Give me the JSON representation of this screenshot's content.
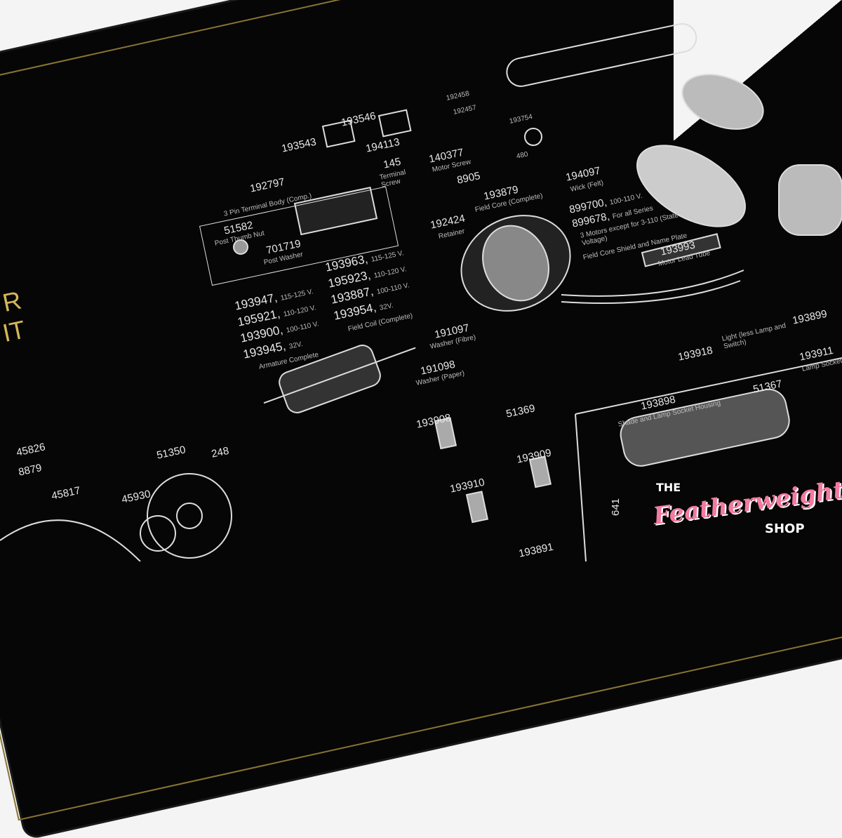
{
  "title_fragments": [
    "R",
    "IT"
  ],
  "labels": {
    "p193543": "193543",
    "p193546": "193546",
    "p194113": "194113",
    "p192458": "192458",
    "p192457": "192457",
    "p193754": "193754",
    "p480": "480",
    "p140377": "140377",
    "p140377_name": "Motor Screw",
    "p8905": "8905",
    "p145": "145",
    "p145_name": "Terminal Screw",
    "p192797": "192797",
    "p192797_name": "3 Pin Terminal Body (Comp.)",
    "p51582": "51582",
    "p51582_name": "Post Thumb Nut",
    "p701719": "701719",
    "p701719_name": "Post Washer",
    "p193879": "193879",
    "p193879_name": "Field Core (Complete)",
    "p192424": "192424",
    "p192424_name": "Retainer",
    "p194097": "194097",
    "p194097_name": "Wick (Felt)",
    "p899700": "899700,",
    "p899700_sub": "100-110 V.",
    "p899678": "899678,",
    "p899678_sub": "For all Series",
    "p899678_note": "3 Motors except for 3-110 (State Voltage)",
    "field_core_shield": "Field Core Shield and Name Plate",
    "p193993": "193993",
    "p193993_name": "Motor Lead Tube",
    "arm1": "193947,",
    "arm1_v": "115-125 V.",
    "arm2": "195921,",
    "arm2_v": "110-120 V.",
    "arm3": "193900,",
    "arm3_v": "100-110 V.",
    "arm4": "193945,",
    "arm4_v": "32V.",
    "armature": "Armature Complete",
    "fc1": "193963,",
    "fc1_v": "115-125 V.",
    "fc2": "195923,",
    "fc2_v": "110-120 V.",
    "fc3": "193887,",
    "fc3_v": "100-110 V.",
    "fc4": "193954,",
    "fc4_v": "32V.",
    "field_coil": "Field Coil (Complete)",
    "p191097": "191097",
    "p191097_name": "Washer (Fibre)",
    "p191098": "191098",
    "p191098_name": "Washer (Paper)",
    "p193918": "193918",
    "p193918_name": "Light (less Lamp and Switch)",
    "p193898": "193898",
    "p193898_name": "Shade and Lamp Socket Housing",
    "p51367": "51367",
    "p193899": "193899",
    "p193911": "193911",
    "p193911_name": "Lamp Socket",
    "p193908": "193908",
    "p51369": "51369",
    "p193909": "193909",
    "p193910": "193910",
    "p193891": "193891",
    "p641": "641",
    "p45826": "45826",
    "p8879": "8879",
    "p45817": "45817",
    "p45930": "45930",
    "p51350": "51350",
    "p248": "248"
  },
  "logo": {
    "the": "THE",
    "name": "Featherweight",
    "shop": "SHOP"
  },
  "colors": {
    "mat": "#060606",
    "gold": "#d6b65a",
    "ink": "#e8e8e8",
    "logo_pink": "#f27aa0"
  }
}
